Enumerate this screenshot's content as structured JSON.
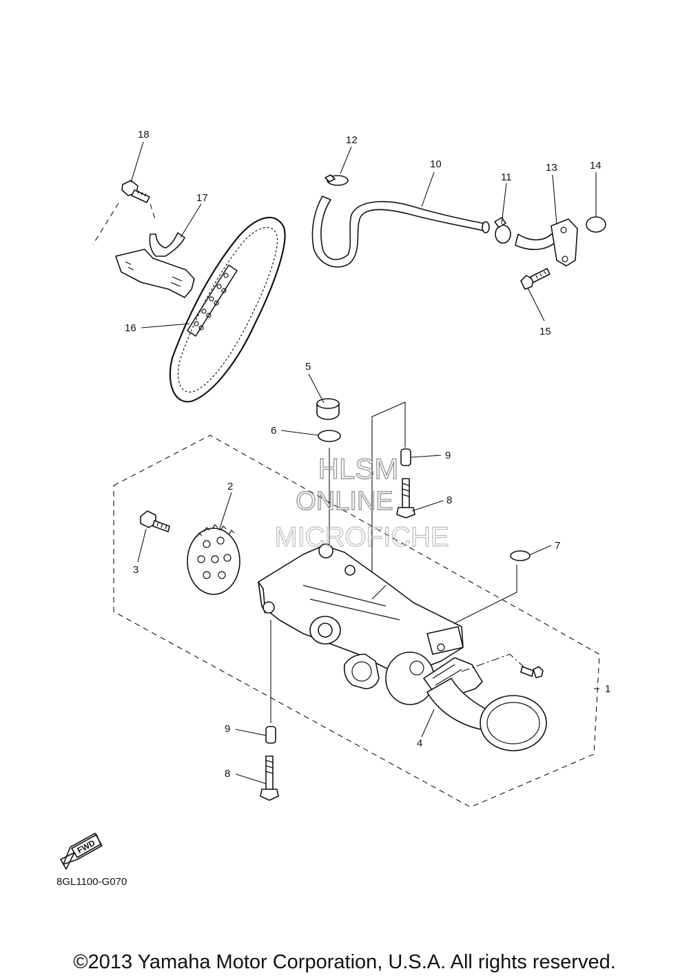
{
  "diagram": {
    "code": "8GL1100-G070",
    "fwd_label": "FWD",
    "copyright": "©2013 Yamaha Motor Corporation, U.S.A. All rights reserved."
  },
  "watermark": {
    "line1": "HLSM",
    "line2": "ONLINE",
    "line3": "MICROFICHE"
  },
  "callouts": {
    "c1": "1",
    "c2": "2",
    "c3": "3",
    "c4": "4",
    "c5": "5",
    "c6": "6",
    "c7": "7",
    "c8a": "8",
    "c8b": "8",
    "c9a": "9",
    "c9b": "9",
    "c10": "10",
    "c11": "11",
    "c12": "12",
    "c13": "13",
    "c14": "14",
    "c15": "15",
    "c16": "16",
    "c17": "17",
    "c18": "18"
  }
}
